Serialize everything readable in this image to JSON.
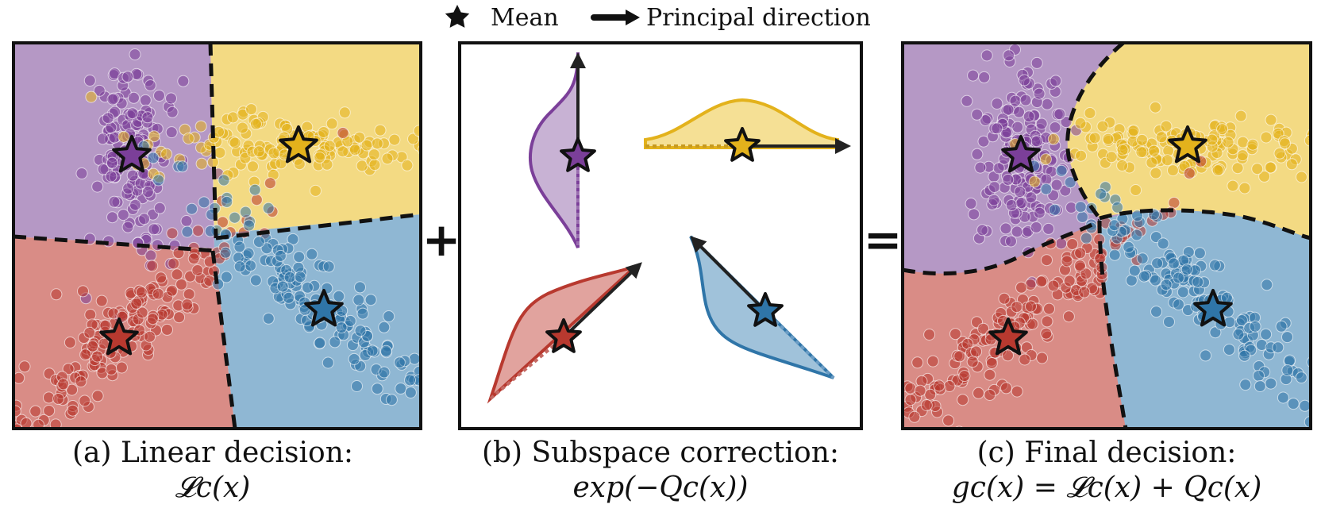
{
  "legend": {
    "mean_label": "Mean",
    "direction_label": "Principal direction",
    "mean_icon": "star-icon",
    "direction_icon": "arrow-right-icon"
  },
  "operators": {
    "plus": "+",
    "equals": "="
  },
  "colors": {
    "purple": "#7b3f99",
    "yellow": "#e3b21c",
    "red": "#b8392f",
    "blue": "#2f75a8",
    "purple_region": "#b598c5",
    "yellow_region": "#f3da83",
    "red_region": "#d98c86",
    "blue_region": "#8fb7d3"
  },
  "panels": [
    {
      "id": "a",
      "caption_line1": "(a) Linear decision:",
      "caption_line2": "𝓛c(x)"
    },
    {
      "id": "b",
      "caption_line1": "(b) Subspace correction:",
      "caption_line2": "exp(−Qc(x))"
    },
    {
      "id": "c",
      "caption_line1": "(c) Final decision:",
      "caption_line2": "gc(x) = 𝓛c(x) + Qc(x)"
    }
  ]
}
